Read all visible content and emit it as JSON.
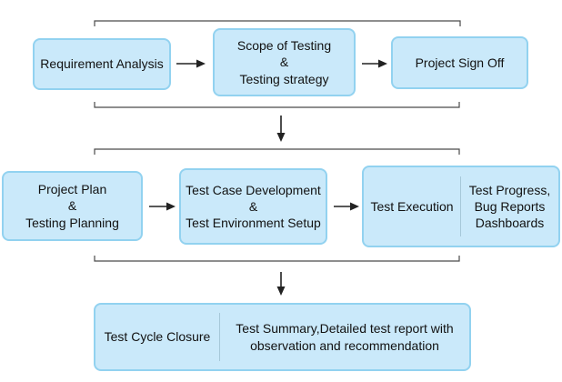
{
  "colors": {
    "box_fill": "#cae9fa",
    "box_border": "#92d2f0",
    "divider": "#a6c8d9",
    "connector": "#4a4a4a",
    "arrow": "#222222",
    "text": "#111111",
    "background": "#ffffff"
  },
  "phase1": {
    "steps": [
      {
        "lines": [
          "Requirement Analysis"
        ]
      },
      {
        "lines": [
          "Scope of Testing",
          "&",
          "Testing strategy"
        ]
      },
      {
        "lines": [
          "Project Sign Off"
        ]
      }
    ]
  },
  "phase2": {
    "steps": [
      {
        "lines": [
          "Project Plan",
          "&",
          "Testing Planning"
        ]
      },
      {
        "lines": [
          "Test Case Development",
          "&",
          "Test Environment Setup"
        ]
      },
      {
        "title": "Test Execution",
        "detail_lines": [
          "Test Progress,",
          "Bug Reports",
          "Dashboards"
        ]
      }
    ]
  },
  "phase3": {
    "title": "Test Cycle Closure",
    "detail": "Test Summary,Detailed test report with observation and recommendation"
  }
}
